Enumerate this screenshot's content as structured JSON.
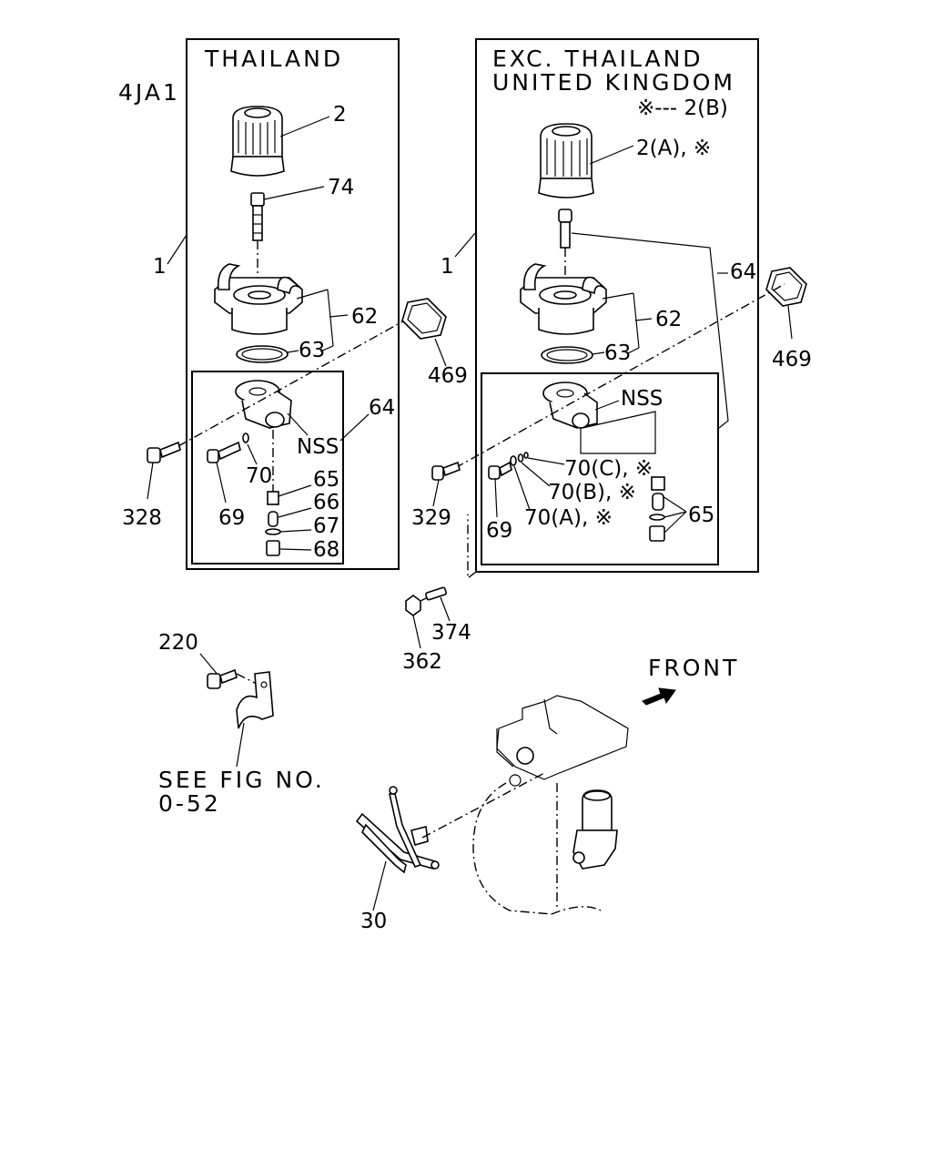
{
  "diagram": {
    "engine_code": "4JA1",
    "panel_left": {
      "header": "THAILAND",
      "labels": {
        "assembly": "1",
        "filter": "2",
        "connector": "74",
        "housing": "62",
        "o_ring": "63",
        "gasket": "469",
        "valve_kit": "64",
        "nss": "NSS",
        "bolt_328": "328",
        "bolt_69": "69",
        "seal_70": "70",
        "item_65": "65",
        "item_66": "66",
        "item_67": "67",
        "item_68": "68"
      }
    },
    "panel_right": {
      "header_line1": "EXC. THAILAND",
      "header_line2": "UNITED KINGDOM",
      "note": "※--- 2(B)",
      "labels": {
        "assembly": "1",
        "filter": "2(A), ※",
        "valve_kit": "64",
        "housing": "62",
        "o_ring": "63",
        "gasket": "469",
        "nss": "NSS",
        "bolt_329": "329",
        "bolt_69": "69",
        "seal_70a": "70(A), ※",
        "seal_70b": "70(B), ※",
        "seal_70c": "70(C), ※",
        "item_65": "65"
      }
    },
    "lower": {
      "nut_362": "362",
      "stud_374": "374",
      "bolt_220": "220",
      "see_fig_line1": "SEE FIG NO.",
      "see_fig_line2": "0-52",
      "front_label": "FRONT",
      "pipe_30": "30"
    }
  }
}
